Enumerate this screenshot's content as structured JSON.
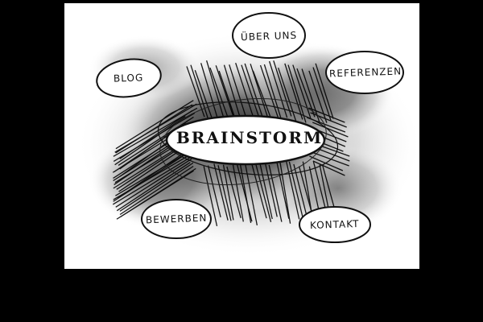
{
  "logo": {
    "text": "Brainstorm"
  },
  "nav": {
    "ueber_uns": "ÜBER UNS",
    "blog": "BLOG",
    "referenzen": "REFERENZEN",
    "bewerben": "BEWERBEN",
    "kontakt": "KONTAKT"
  },
  "colors": {
    "background": "#000000",
    "canvas": "#ffffff",
    "ink": "#111111"
  }
}
